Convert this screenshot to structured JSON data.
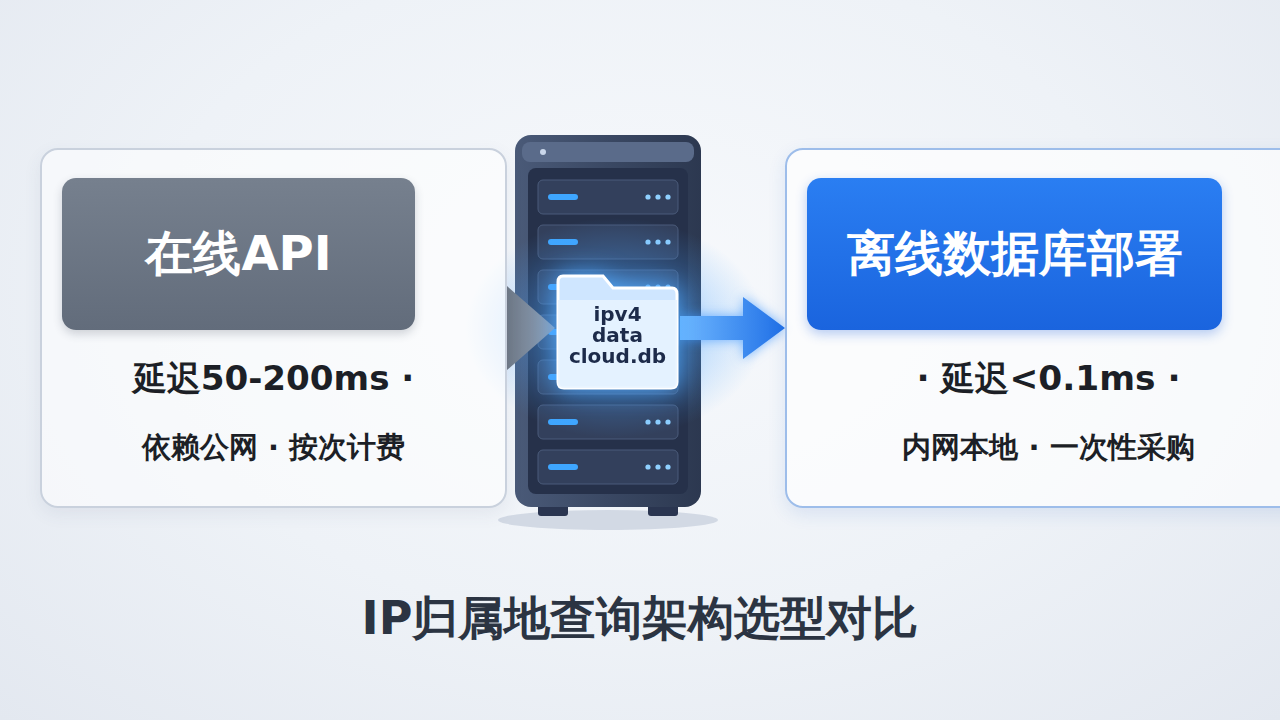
{
  "diagram": {
    "title": "IP归属地查询架构选型对比",
    "nodes": [
      {
        "text": [
          "延迟50-200ms ·",
          "依赖公网 · 按次计费"
        ]
      },
      {
        "text": [
          "在线API"
        ],
        "in": 0
      },
      {
        "text": [
          "ipv4 data cloud.db"
        ]
      },
      {
        "text": [
          "· 延迟<0.1ms ·",
          "内网本地 · 一次性采购"
        ]
      },
      {
        "text": [
          "离线数据库部署"
        ],
        "in": 3
      }
    ],
    "edges": [
      {
        "from": 0,
        "to": 2,
        "arrow": "to"
      },
      {
        "from": 2,
        "to": 3,
        "arrow": "to"
      }
    ]
  }
}
